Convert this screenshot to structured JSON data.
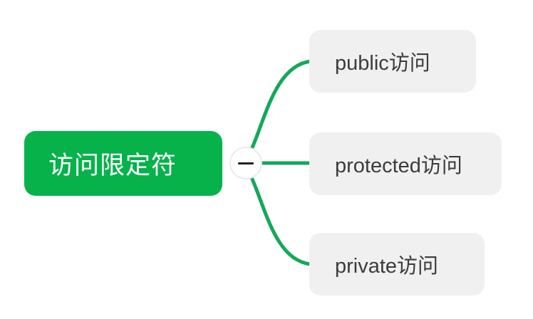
{
  "diagram": {
    "type": "mindmap",
    "background_color": "#ffffff",
    "root": {
      "label": "访问限定符",
      "fill_color": "#07b24b",
      "text_color": "#ffffff"
    },
    "toggle": {
      "name": "collapse-toggle",
      "state": "expanded",
      "glyph": "minus",
      "fill_color": "#ffffff",
      "border_color": "#ebebeb",
      "glyph_color": "#222222"
    },
    "branch_color": "#14a85a",
    "children": [
      {
        "label": "public访问",
        "fill_color": "#f0f0f0",
        "text_color": "#3c3c3c"
      },
      {
        "label": "protected访问",
        "fill_color": "#f0f0f0",
        "text_color": "#3c3c3c"
      },
      {
        "label": "private访问",
        "fill_color": "#f0f0f0",
        "text_color": "#3c3c3c"
      }
    ]
  }
}
